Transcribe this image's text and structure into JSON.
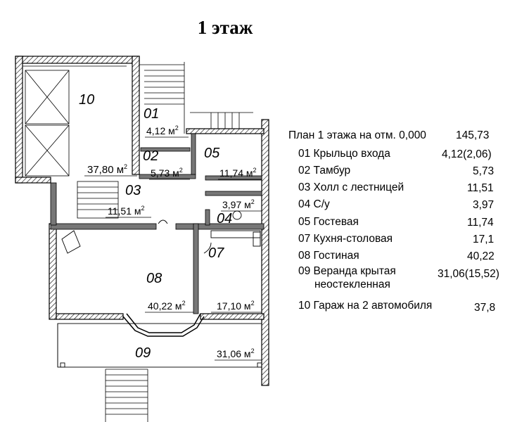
{
  "title": "1 этаж",
  "rooms": {
    "r10": {
      "num": "10",
      "area": "37,80 м",
      "sup": "2"
    },
    "r01": {
      "num": "01",
      "area": "4,12 м",
      "sup": "2"
    },
    "r02": {
      "num": "02",
      "area": "5,73 м",
      "sup": "2"
    },
    "r05": {
      "num": "05",
      "area": "11,74 м",
      "sup": "2"
    },
    "r03": {
      "num": "03",
      "area": "11,51 м",
      "sup": "2"
    },
    "r04": {
      "num": "04",
      "area": "3,97 м",
      "sup": "2"
    },
    "r07": {
      "num": "07",
      "area": "17,10 м",
      "sup": "2"
    },
    "r08": {
      "num": "08",
      "area": "40,22 м",
      "sup": "2"
    },
    "r09": {
      "num": "09",
      "area": "31,06 м",
      "sup": "2"
    }
  },
  "legend": {
    "header": {
      "label": "План 1 этажа на отм. 0,000",
      "value": "145,73"
    },
    "items": [
      {
        "label": "01 Крыльцо входа",
        "value": "4,12(2,06)"
      },
      {
        "label": "02 Тамбур",
        "value": "5,73"
      },
      {
        "label": "03 Холл с лестницей",
        "value": "11,51"
      },
      {
        "label": "04 С/у",
        "value": "3,97"
      },
      {
        "label": "05 Гостевая",
        "value": "11,74"
      },
      {
        "label": "07 Кухня-столовая",
        "value": "17,1"
      },
      {
        "label": "08 Гостиная",
        "value": "40,22"
      },
      {
        "label": "09 Веранда крытая",
        "label2": "неостекленная",
        "value": "31,06(15,52)"
      },
      {
        "label": "10 Гараж на 2 автомобиля",
        "value": "37,8"
      }
    ]
  }
}
